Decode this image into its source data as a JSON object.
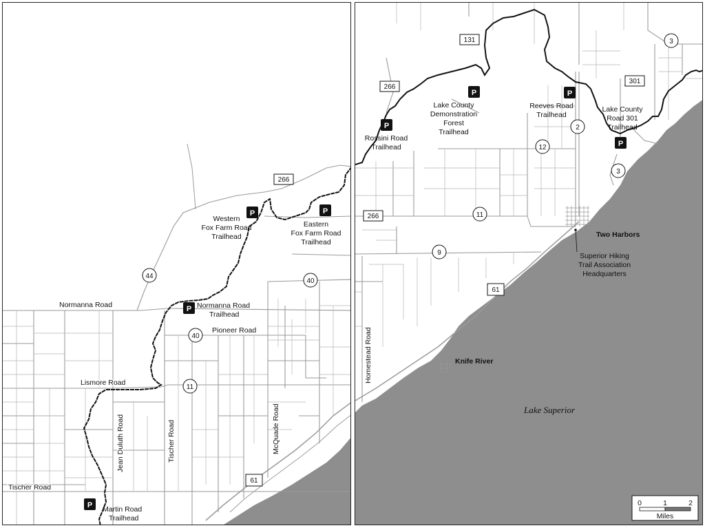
{
  "left_map": {
    "roads": {
      "normanna": "Normanna Road",
      "pioneer": "Pioneer  Road",
      "lismore": "Lismore Road",
      "jean_duluth": "Jean Duluth Road",
      "tischer_v": "Tischer Road",
      "mcquade": "McQuade Road",
      "tischer_h": "Tischer Road"
    },
    "shields": {
      "r266": "266",
      "r44": "44",
      "r40a": "40",
      "r40b": "40",
      "r11": "11",
      "r61": "61"
    },
    "trailheads": {
      "western": [
        "Western",
        "Fox Farm Road",
        "Trailhead"
      ],
      "eastern": [
        "Eastern",
        "Fox Farm Road",
        "Trailhead"
      ],
      "normanna": [
        "Normanna Road",
        "Trailhead"
      ],
      "martin": [
        "Martin Road",
        "Trailhead"
      ]
    }
  },
  "right_map": {
    "roads": {
      "homestead": "Homestead Road"
    },
    "shields": {
      "r131": "131",
      "r266a": "266",
      "r266b": "266",
      "r301": "301",
      "r3a": "3",
      "r3b": "3",
      "r2": "2",
      "r12": "12",
      "r11": "11",
      "r9": "9",
      "r61": "61"
    },
    "trailheads": {
      "rossini": [
        "Rossini Road",
        "Trailhead"
      ],
      "lake_county_demo": [
        "Lake County",
        "Demonstration",
        "Forest",
        "Trailhead"
      ],
      "reeves": [
        "Reeves Road",
        "Trailhead"
      ],
      "county_301": [
        "Lake County",
        "Road 301",
        "Trailhead"
      ]
    },
    "places": {
      "two_harbors": "Two Harbors",
      "knife_river": "Knife River",
      "shta": [
        "Superior Hiking",
        "Trail Association",
        "Headquarters"
      ],
      "lake": "Lake Superior"
    },
    "scale": {
      "ticks": [
        "0",
        "1",
        "2"
      ],
      "unit": "Miles"
    }
  },
  "parking_glyph": "P",
  "colors": {
    "water": "#8e8e8e",
    "road": "#9a9a9a",
    "trail": "#111111",
    "parking": "#111111"
  }
}
